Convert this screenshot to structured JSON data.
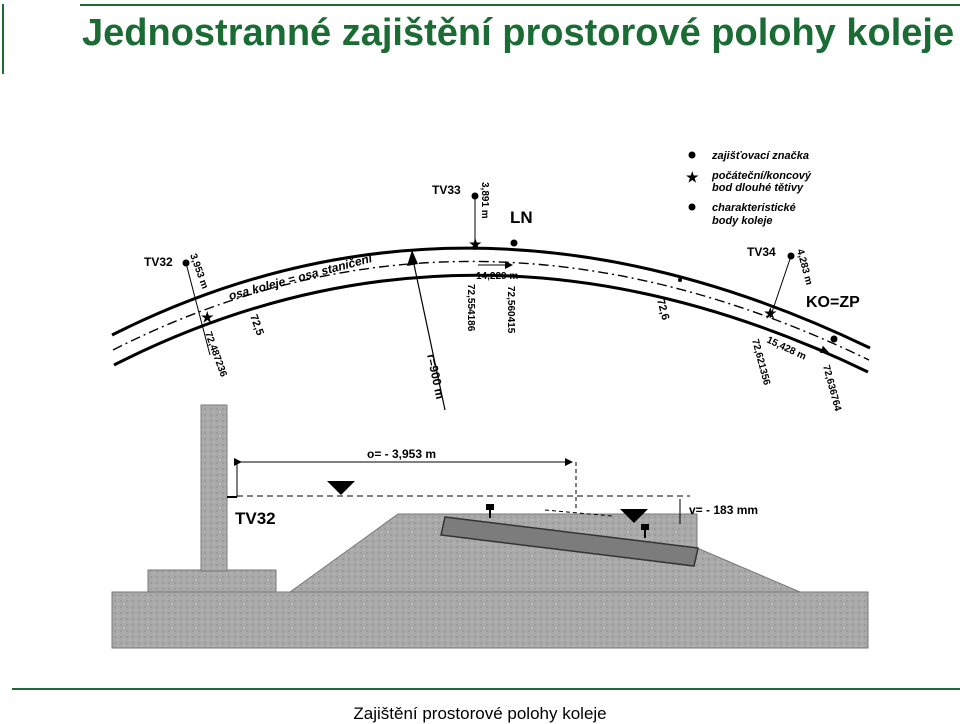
{
  "page": {
    "title": "Jednostranné zajištění prostorové polohy koleje",
    "footer": "Zajištění prostorové polohy koleje",
    "accent_color": "#1b6b34"
  },
  "legend": {
    "item1": "zajišťovací značka",
    "item2_line1": "počáteční/koncový",
    "item2_line2": "bod dlouhé tětivy",
    "item3_line1": "charakteristické",
    "item3_line2": "body koleje"
  },
  "plan": {
    "tv32": "TV32",
    "tv33": "TV33",
    "tv34": "TV34",
    "ln": "LN",
    "kozp": "KO=ZP",
    "dist_tv32": "3,953 m",
    "dist_tv33": "3,891 m",
    "dist_tv34": "4,283 m",
    "axis_label": "osa koleje = osa staničení",
    "radius": "r=900 m",
    "chord1": "14,229 m",
    "chord2": "15,428 m",
    "km_725": "72,5",
    "km_726": "72,6",
    "ch_a": "72,487236",
    "ch_b": "72,554186",
    "ch_c": "72,560415",
    "ch_d": "72,621356",
    "ch_e": "72,636764"
  },
  "section": {
    "offset": "o= - 3,953 m",
    "height": "v= - 183 mm",
    "tv32": "TV32"
  }
}
